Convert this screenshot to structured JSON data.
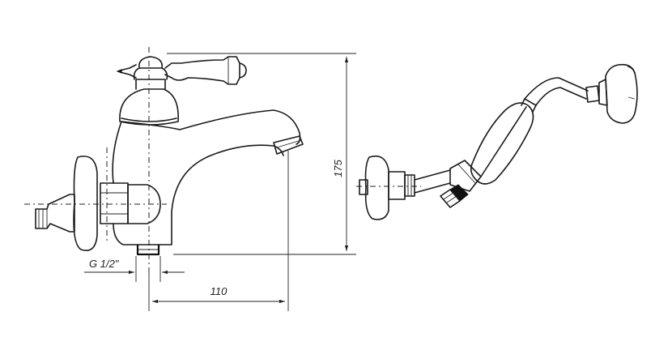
{
  "dimensions": {
    "height_label": "175",
    "width_label": "110",
    "thread_label": "G 1/2\""
  },
  "colors": {
    "stroke": "#1a1a1a",
    "background": "#ffffff"
  }
}
